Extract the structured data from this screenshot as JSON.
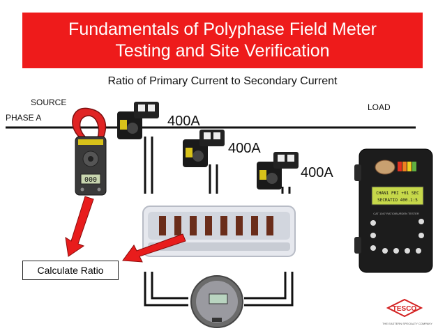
{
  "title": {
    "line1": "Fundamentals of Polyphase Field Meter",
    "line2": "Testing and Site Verification"
  },
  "subtitle": "Ratio of Primary Current to Secondary Current",
  "labels": {
    "source": "SOURCE",
    "load": "LOAD",
    "phase": "PHASE A",
    "ct_ratings": [
      "400A",
      "400A",
      "400A"
    ],
    "calculate_ratio": "Calculate Ratio"
  },
  "clamp_meter": {
    "display": "000"
  },
  "tester": {
    "display_lines": [
      "CHAN1  PRI  +01 SEC",
      "SECRATIO   400.1:5"
    ],
    "caption": "CAT 1047 RATIO/BURDEN TESTER"
  },
  "logo": {
    "text": "TESCO",
    "caption": "THE EASTERN SPECIALTY COMPANY"
  },
  "colors": {
    "banner": "#ee1b1b",
    "arrow": "#e81c1c",
    "line": "#111111"
  }
}
